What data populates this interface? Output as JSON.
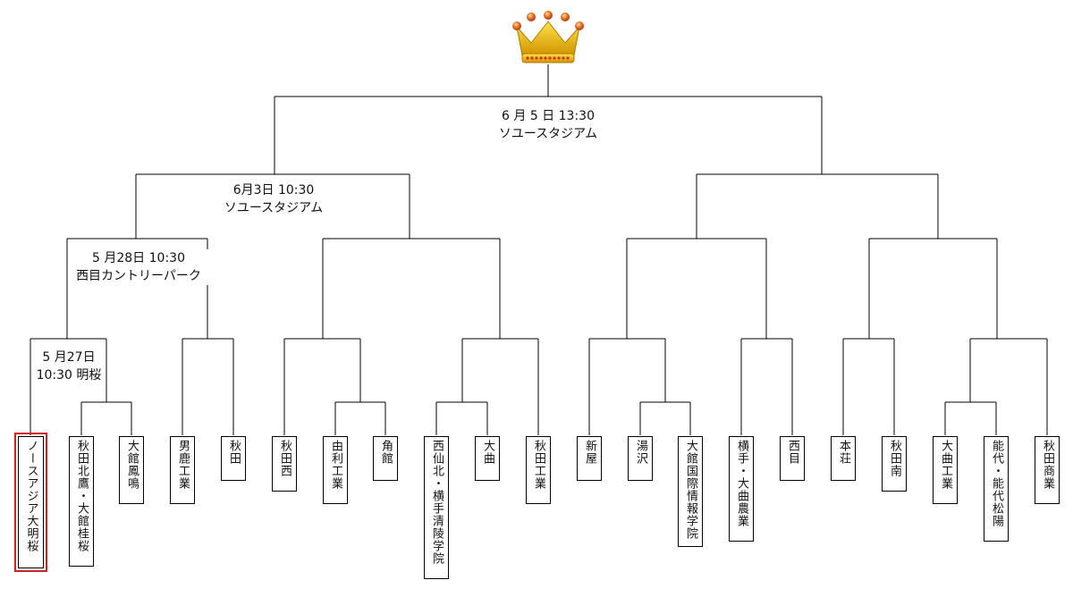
{
  "colors": {
    "line": "#000000",
    "winner_highlight": "#d0202a",
    "crown_gold": "#e0a800",
    "crown_jewel": "#d0302a"
  },
  "icons": {
    "trophy": "crown-icon"
  },
  "rounds": {
    "final": {
      "line1": "6 月 5 日  13:30",
      "line2": "ソユースタジアム"
    },
    "semi_left": {
      "line1": "6月3日  10:30",
      "line2": "ソユースタジアム"
    },
    "quarter_left": {
      "line1": "5 月28日  10:30",
      "line2": "西目カントリーパーク"
    },
    "r2_left": {
      "line1": "5 月27日",
      "line2": "10:30 明桜"
    }
  },
  "teams": [
    "ノースアジア大明桜",
    "秋田北鷹・大館桂桜",
    "大館鳳鳴",
    "男鹿工業",
    "秋田",
    "秋田西",
    "由利工業",
    "角館",
    "西仙北・横手清陵学院",
    "大曲",
    "秋田工業",
    "新屋",
    "湯沢",
    "大館国際情報学院",
    "横手・大曲農業",
    "西目",
    "本荘",
    "秋田南",
    "大曲工業",
    "能代・能代松陽",
    "秋田商業"
  ],
  "winner_index": 0
}
